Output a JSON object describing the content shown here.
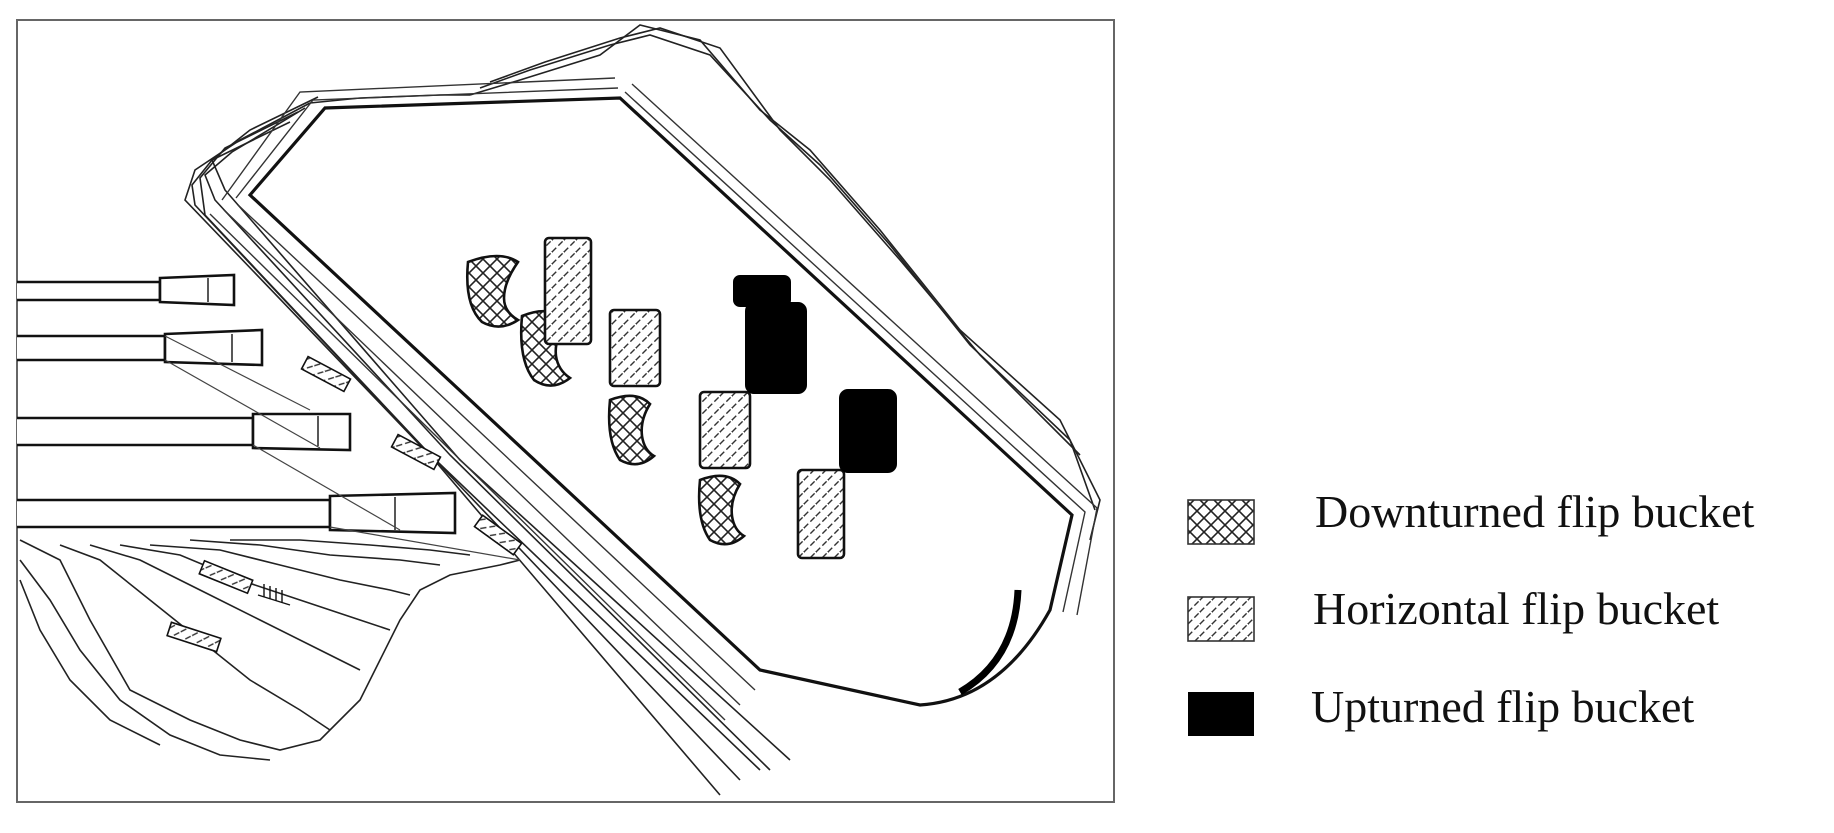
{
  "legend": {
    "items": [
      {
        "label": "Downturned flip bucket",
        "pattern": "crosshatch",
        "color": "#000000"
      },
      {
        "label": "Horizontal flip bucket",
        "pattern": "diagonal-dash",
        "color": "#000000"
      },
      {
        "label": "Upturned flip bucket",
        "pattern": "solid",
        "color": "#000000"
      }
    ]
  },
  "colors": {
    "line": "#111111",
    "background": "#ffffff",
    "frame": "#666666"
  }
}
